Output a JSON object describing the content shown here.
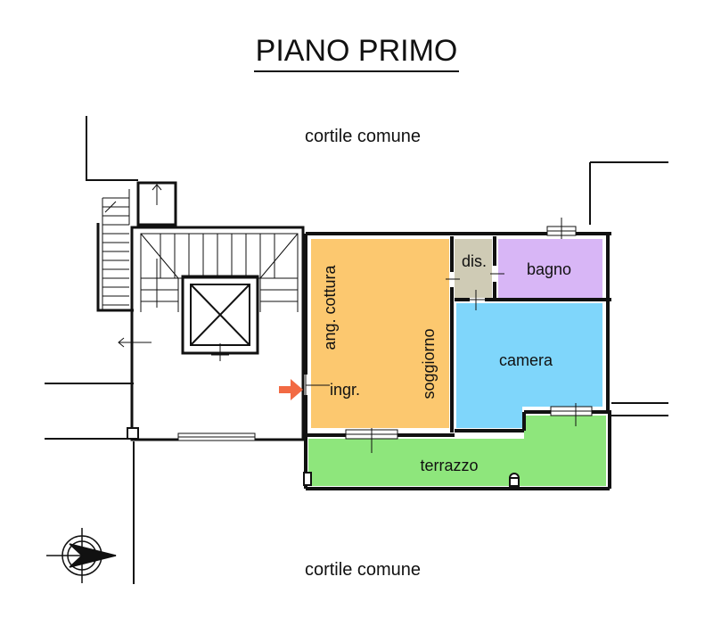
{
  "title": "PIANO PRIMO",
  "labels": {
    "courtyard_top": "cortile comune",
    "courtyard_bottom": "cortile comune",
    "kitchen": "ang. cottura",
    "living": "soggiorno",
    "entrance": "ingr.",
    "hall": "dis.",
    "bathroom": "bagno",
    "bedroom": "camera",
    "terrace": "terrazzo"
  },
  "colors": {
    "living": "#fcc86f",
    "hall": "#cfcbb5",
    "bathroom": "#d8b6f6",
    "bedroom": "#7fd6fb",
    "terrace": "#8ee67c",
    "entrance_arrow": "#f26a43",
    "walls": "#111111"
  },
  "icons": [
    "north-compass-icon",
    "entrance-arrow-icon",
    "elevator-shaft-icon",
    "stair-icon"
  ]
}
